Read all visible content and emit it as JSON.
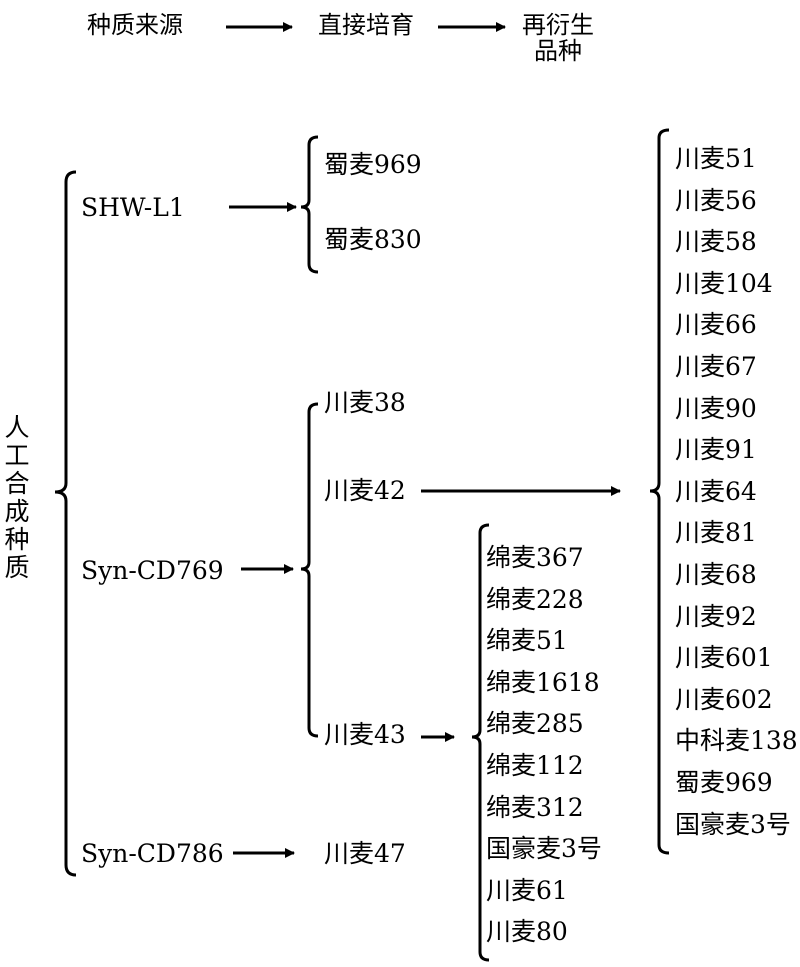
{
  "header": {
    "source": "种质来源",
    "direct": "直接培育",
    "derived": "再衍生品种"
  },
  "root_label": "人工合成种质",
  "sources": [
    "SHW-L1",
    "Syn-CD769",
    "Syn-CD786"
  ],
  "shw_children": [
    "蜀麦969",
    "蜀麦830"
  ],
  "syn769_children": [
    "川麦38",
    "川麦42",
    "川麦43"
  ],
  "syn786_children": [
    "川麦47"
  ],
  "mianmai_list": [
    "绵麦367",
    "绵麦228",
    "绵麦51",
    "绵麦1618",
    "绵麦285",
    "绵麦112",
    "绵麦312",
    "国豪麦3号",
    "川麦61",
    "川麦80"
  ],
  "chuanmai42_derived": [
    "川麦51",
    "川麦56",
    "川麦58",
    "川麦104",
    "川麦66",
    "川麦67",
    "川麦90",
    "川麦91",
    "川麦64",
    "川麦81",
    "川麦68",
    "川麦92",
    "川麦601",
    "川麦602",
    "中科麦138",
    "蜀麦969",
    "国豪麦3号"
  ]
}
